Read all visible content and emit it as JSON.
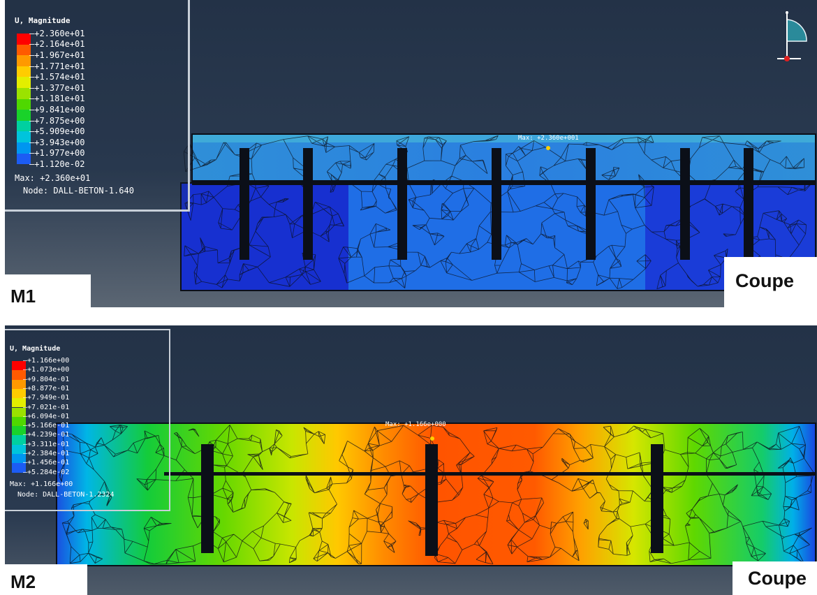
{
  "top_panel": {
    "legend": {
      "title": "U, Magnitude",
      "values": [
        "+2.360e+01",
        "+2.164e+01",
        "+1.967e+01",
        "+1.771e+01",
        "+1.574e+01",
        "+1.377e+01",
        "+1.181e+01",
        "+9.841e+00",
        "+7.875e+00",
        "+5.909e+00",
        "+3.943e+00",
        "+1.977e+00",
        "+1.120e-02"
      ],
      "colors": [
        "#ff0000",
        "#ff5a00",
        "#ff9900",
        "#ffcc00",
        "#e3ee00",
        "#9be200",
        "#4fd800",
        "#19d22a",
        "#00d0a0",
        "#00c4dc",
        "#0096f0",
        "#1c5cf4",
        "#1a2be6"
      ],
      "max": "Max: +2.360e+01",
      "node": "Node: DALL-BETON-1.640"
    },
    "max_annotation": "Max: +2.360e+001",
    "model_label": "M1",
    "section_label": "Coupe"
  },
  "bottom_panel": {
    "legend": {
      "title": "U, Magnitude",
      "values": [
        "+1.166e+00",
        "+1.073e+00",
        "+9.804e-01",
        "+8.877e-01",
        "+7.949e-01",
        "+7.021e-01",
        "+6.094e-01",
        "+5.166e-01",
        "+4.239e-01",
        "+3.311e-01",
        "+2.384e-01",
        "+1.456e-01",
        "+5.284e-02"
      ],
      "colors": [
        "#ff0000",
        "#ff5a00",
        "#ff9900",
        "#ffcc00",
        "#e3ee00",
        "#9be200",
        "#4fd800",
        "#19d22a",
        "#00d0a0",
        "#00c4dc",
        "#0096f0",
        "#1c5cf4",
        "#1a2be6"
      ],
      "max": "Max: +1.166e+00",
      "node": "Node: DALL-BETON-1.2324"
    },
    "max_annotation": "Max: +1.166e+000",
    "model_label": "M2",
    "section_label": "Coupe"
  },
  "colors": {
    "viewport_bg": "#233247",
    "mesh_lines": "#0b0f18"
  },
  "icons": [
    "triad-axis-icon"
  ]
}
